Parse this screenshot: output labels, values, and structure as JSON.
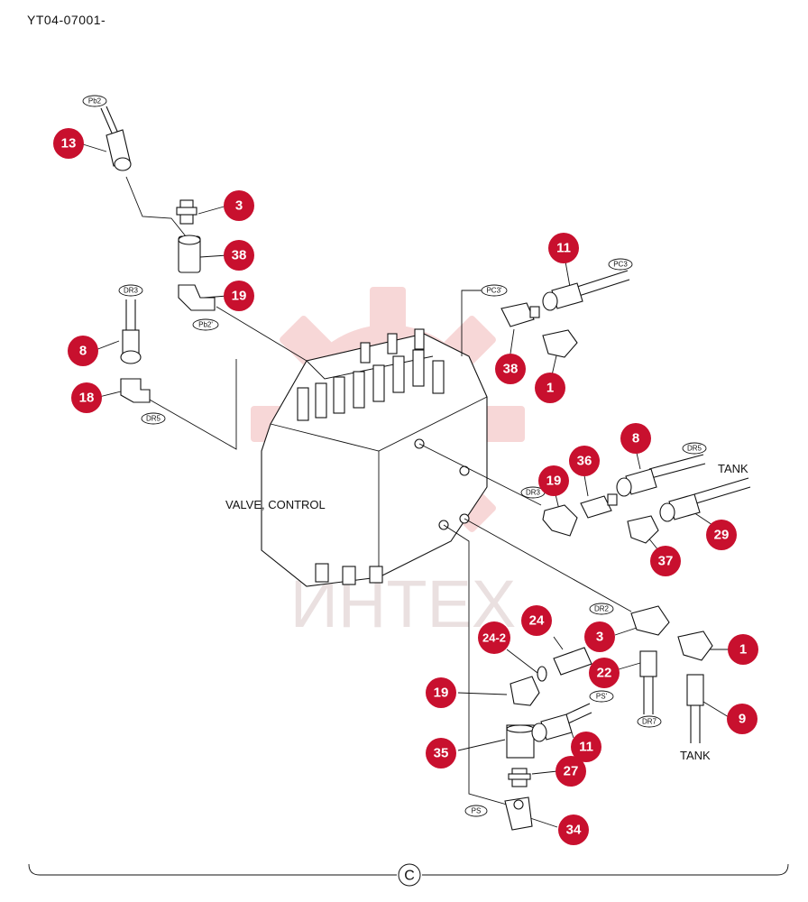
{
  "document": {
    "code": "YT04-07001-",
    "section_symbol": "C"
  },
  "labels": {
    "valve": "VALVE, CONTROL",
    "tank_upper": "TANK",
    "tank_lower": "TANK"
  },
  "watermark": {
    "text": "ИНТЕХ",
    "color": "#e8a0a0"
  },
  "colors": {
    "callout": "#c8102e",
    "line": "#111111"
  },
  "port_tags": [
    {
      "id": "pb2",
      "text": "Pb2"
    },
    {
      "id": "pb2p",
      "text": "Pb2'"
    },
    {
      "id": "dr3a",
      "text": "DR3"
    },
    {
      "id": "dr5a",
      "text": "DR5"
    },
    {
      "id": "pc3",
      "text": "PC3"
    },
    {
      "id": "pc3p",
      "text": "PC3'"
    },
    {
      "id": "dr5b",
      "text": "DR5"
    },
    {
      "id": "dr3b",
      "text": "DR3"
    },
    {
      "id": "dr2",
      "text": "DR2"
    },
    {
      "id": "ps1",
      "text": "PS'"
    },
    {
      "id": "dr7",
      "text": "DR7"
    },
    {
      "id": "ps",
      "text": "PS"
    }
  ],
  "callouts": [
    {
      "id": "c13",
      "num": "13"
    },
    {
      "id": "c3a",
      "num": "3"
    },
    {
      "id": "c38a",
      "num": "38"
    },
    {
      "id": "c19a",
      "num": "19"
    },
    {
      "id": "c8a",
      "num": "8"
    },
    {
      "id": "c18",
      "num": "18"
    },
    {
      "id": "c11a",
      "num": "11"
    },
    {
      "id": "c38b",
      "num": "38"
    },
    {
      "id": "c1a",
      "num": "1"
    },
    {
      "id": "c8b",
      "num": "8"
    },
    {
      "id": "c36",
      "num": "36"
    },
    {
      "id": "c19b",
      "num": "19"
    },
    {
      "id": "c29",
      "num": "29"
    },
    {
      "id": "c37",
      "num": "37"
    },
    {
      "id": "c24",
      "num": "24"
    },
    {
      "id": "c242",
      "num": "24-2"
    },
    {
      "id": "c3b",
      "num": "3"
    },
    {
      "id": "c1b",
      "num": "1"
    },
    {
      "id": "c22",
      "num": "22"
    },
    {
      "id": "c19c",
      "num": "19"
    },
    {
      "id": "c9",
      "num": "9"
    },
    {
      "id": "c35",
      "num": "35"
    },
    {
      "id": "c11b",
      "num": "11"
    },
    {
      "id": "c27",
      "num": "27"
    },
    {
      "id": "c34",
      "num": "34"
    }
  ]
}
